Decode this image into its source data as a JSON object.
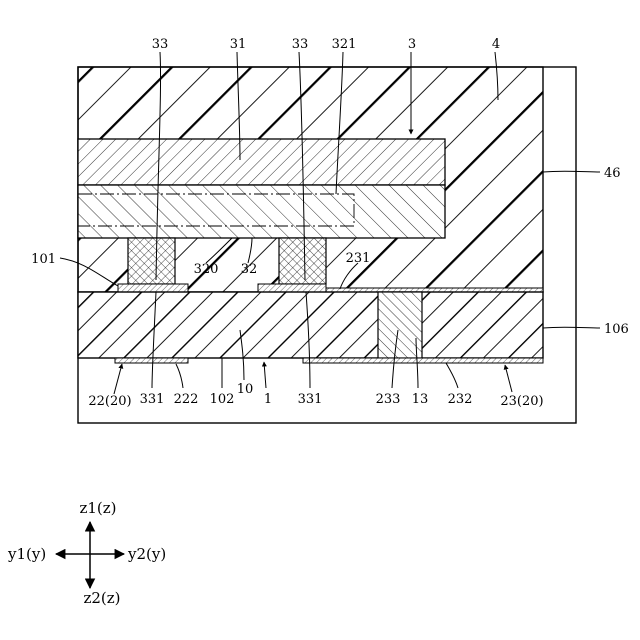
{
  "labels": {
    "l33a": "33",
    "l31": "31",
    "l33b": "33",
    "l321": "321",
    "l3": "3",
    "l4": "4",
    "l46": "46",
    "l101": "101",
    "l320": "320",
    "l32": "32",
    "l231": "231",
    "l106": "106",
    "l22": "22(20)",
    "l331a": "331",
    "l222": "222",
    "l102": "102",
    "l10": "10",
    "l1": "1",
    "l331b": "331",
    "l233": "233",
    "l13": "13",
    "l232": "232",
    "l23": "23(20)"
  },
  "axes": {
    "z1": "z1(z)",
    "z2": "z2(z)",
    "y1": "y1(y)",
    "y2": "y2(y)"
  }
}
